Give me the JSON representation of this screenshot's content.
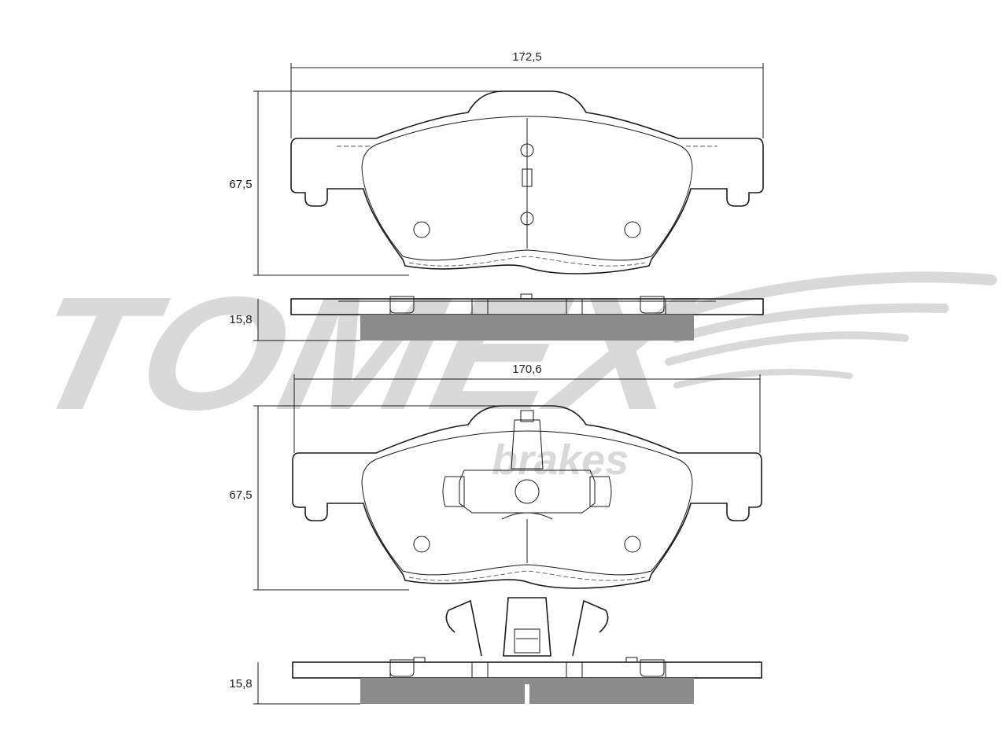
{
  "watermark": {
    "brand": "TOMEX",
    "sub": "brakes",
    "color": "#d9d9d9"
  },
  "colors": {
    "friction": "#8c8c8c",
    "outline": "#1a1a1a",
    "backing": "#ffffff"
  },
  "pads": [
    {
      "width_label": "172,5",
      "height_label": "67,5",
      "thickness_label": "15,8"
    },
    {
      "width_label": "170,6",
      "height_label": "67,5",
      "thickness_label": "15,8"
    }
  ]
}
